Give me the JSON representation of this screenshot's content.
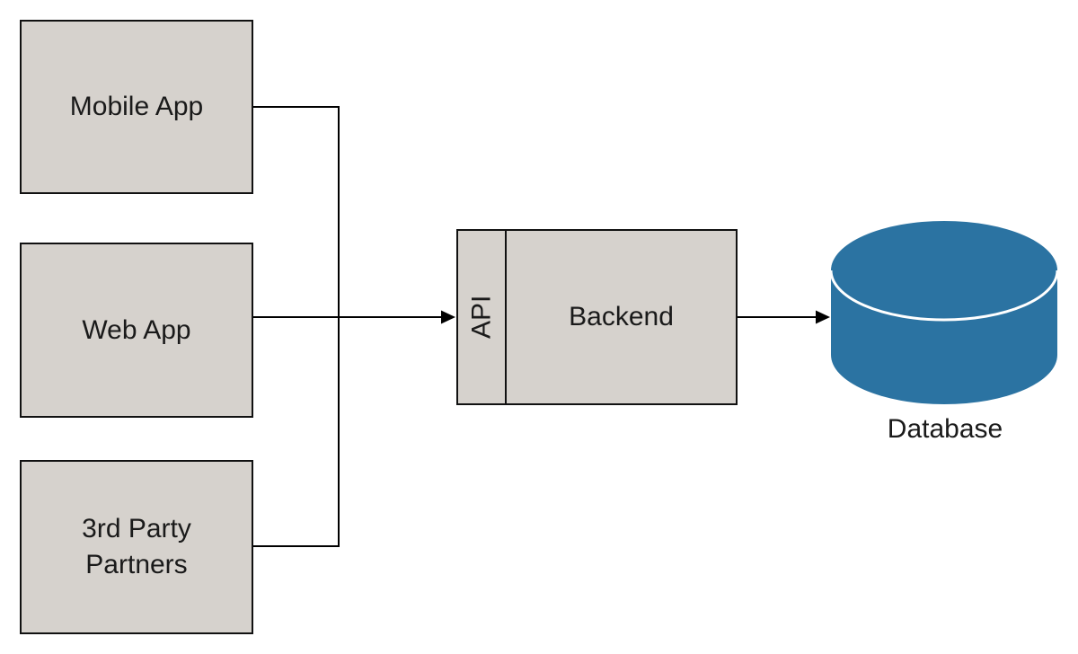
{
  "diagram": {
    "nodes": {
      "mobile_app": {
        "label": "Mobile App"
      },
      "web_app": {
        "label": "Web App"
      },
      "third_party": {
        "label_line1": "3rd Party",
        "label_line2": "Partners"
      },
      "api": {
        "label": "API"
      },
      "backend": {
        "label": "Backend"
      },
      "database": {
        "label": "Database"
      }
    },
    "edges": [
      {
        "from": "mobile_app",
        "to": "api",
        "arrow": false
      },
      {
        "from": "web_app",
        "to": "api",
        "arrow": true
      },
      {
        "from": "third_party",
        "to": "api",
        "arrow": false
      },
      {
        "from": "backend",
        "to": "database",
        "arrow": true
      }
    ],
    "colors": {
      "background": "#ffffff",
      "node_fill": "#d6d2cd",
      "node_border": "#111111",
      "connector": "#000000",
      "text": "#1a1a1a",
      "database_fill": "#2b73a2",
      "database_highlight": "#ffffff"
    }
  }
}
